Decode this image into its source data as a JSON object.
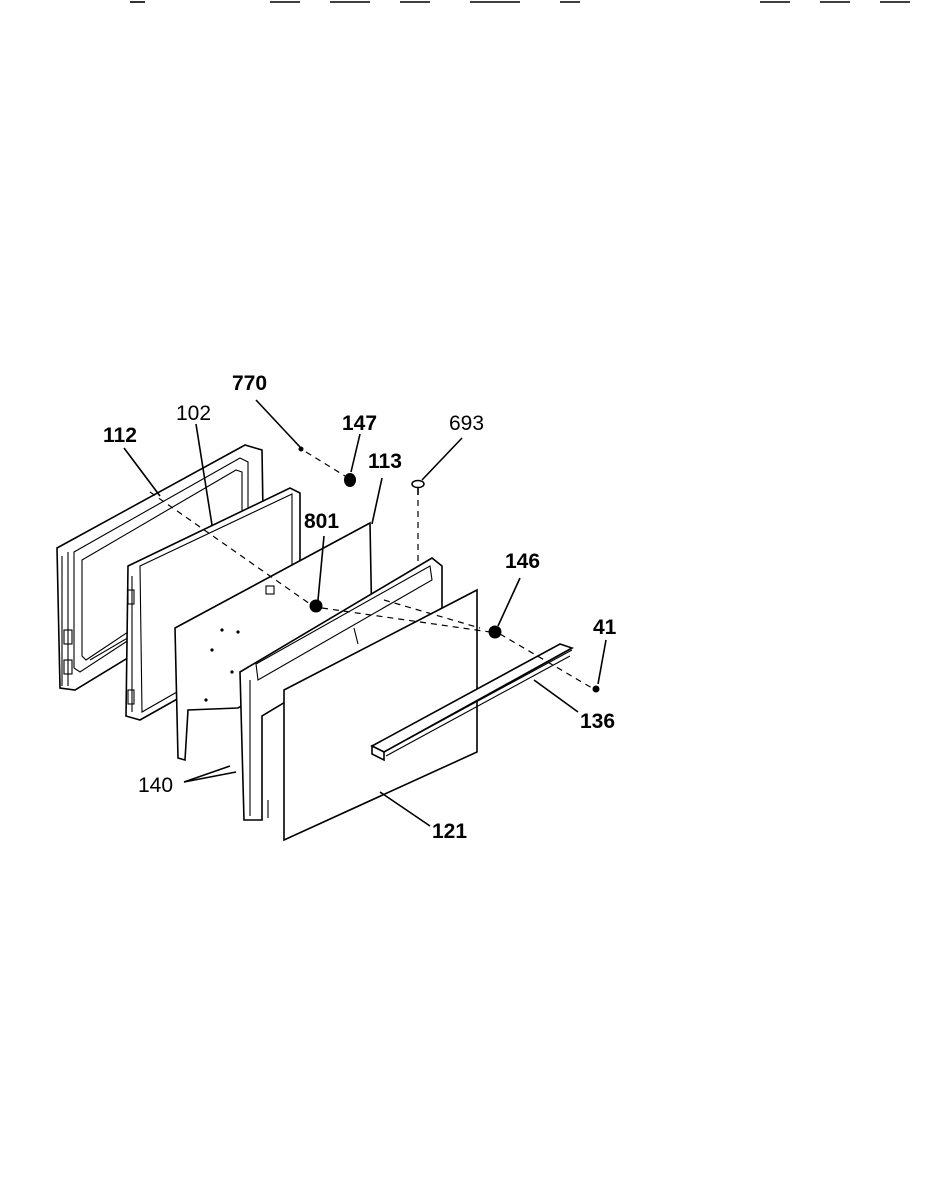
{
  "labels": {
    "p770": "770",
    "p147": "147",
    "p693": "693",
    "p112": "112",
    "p102": "102",
    "p113": "113",
    "p801": "801",
    "p146": "146",
    "p41": "41",
    "p136": "136",
    "p140": "140",
    "p121": "121"
  }
}
